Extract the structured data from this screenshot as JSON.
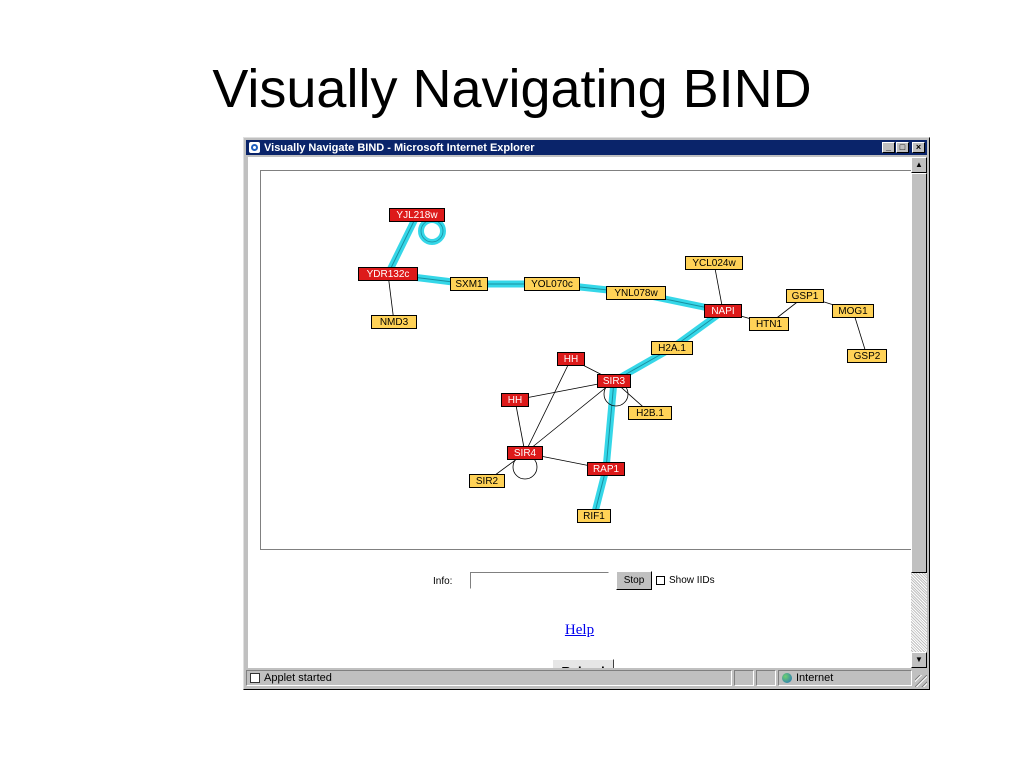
{
  "slide": {
    "title": "Visually Navigating BIND"
  },
  "window": {
    "title": "Visually Navigate BIND - Microsoft Internet Explorer",
    "controls": {
      "minimize": "_",
      "maximize": "□",
      "close": "×"
    }
  },
  "graph": {
    "nodes": [
      {
        "id": "yjl",
        "label": "YJL218w",
        "color": "red"
      },
      {
        "id": "ydr",
        "label": "YDR132c",
        "color": "red"
      },
      {
        "id": "nmd3",
        "label": "NMD3",
        "color": "yellow"
      },
      {
        "id": "sxm1",
        "label": "SXM1",
        "color": "yellow"
      },
      {
        "id": "yol",
        "label": "YOL070c",
        "color": "yellow"
      },
      {
        "id": "ynl",
        "label": "YNL078w",
        "color": "yellow"
      },
      {
        "id": "ycl",
        "label": "YCL024w",
        "color": "yellow"
      },
      {
        "id": "napi",
        "label": "NAPI",
        "color": "red"
      },
      {
        "id": "gsp1",
        "label": "GSP1",
        "color": "yellow"
      },
      {
        "id": "htn1",
        "label": "HTN1",
        "color": "yellow"
      },
      {
        "id": "mog1",
        "label": "MOG1",
        "color": "yellow"
      },
      {
        "id": "gsp2",
        "label": "GSP2",
        "color": "yellow"
      },
      {
        "id": "h2a",
        "label": "H2A.1",
        "color": "yellow"
      },
      {
        "id": "hh1",
        "label": "HH",
        "color": "red"
      },
      {
        "id": "sir3",
        "label": "SIR3",
        "color": "red"
      },
      {
        "id": "hh2",
        "label": "HH",
        "color": "red"
      },
      {
        "id": "h2b",
        "label": "H2B.1",
        "color": "yellow"
      },
      {
        "id": "sir4",
        "label": "SIR4",
        "color": "red"
      },
      {
        "id": "rap1",
        "label": "RAP1",
        "color": "red"
      },
      {
        "id": "sir2",
        "label": "SIR2",
        "color": "yellow"
      },
      {
        "id": "rif1",
        "label": "RIF1",
        "color": "yellow"
      }
    ],
    "edges": [
      {
        "from": "yjl",
        "to": "ydr",
        "highlight": true
      },
      {
        "from": "ydr",
        "to": "sxm1",
        "highlight": true
      },
      {
        "from": "sxm1",
        "to": "yol",
        "highlight": true
      },
      {
        "from": "yol",
        "to": "ynl",
        "highlight": true
      },
      {
        "from": "ynl",
        "to": "napi",
        "highlight": true
      },
      {
        "from": "napi",
        "to": "h2a",
        "highlight": true
      },
      {
        "from": "h2a",
        "to": "sir3",
        "highlight": true
      },
      {
        "from": "sir3",
        "to": "rap1",
        "highlight": true
      },
      {
        "from": "rap1",
        "to": "rif1",
        "highlight": true
      },
      {
        "from": "ydr",
        "to": "nmd3",
        "highlight": false
      },
      {
        "from": "ycl",
        "to": "napi",
        "highlight": false
      },
      {
        "from": "napi",
        "to": "htn1",
        "highlight": false
      },
      {
        "from": "htn1",
        "to": "gsp1",
        "highlight": false
      },
      {
        "from": "gsp1",
        "to": "mog1",
        "highlight": false
      },
      {
        "from": "mog1",
        "to": "gsp2",
        "highlight": false
      },
      {
        "from": "hh1",
        "to": "sir3",
        "highlight": false
      },
      {
        "from": "hh1",
        "to": "sir4",
        "highlight": false
      },
      {
        "from": "hh2",
        "to": "sir3",
        "highlight": false
      },
      {
        "from": "hh2",
        "to": "sir4",
        "highlight": false
      },
      {
        "from": "sir3",
        "to": "sir4",
        "highlight": false
      },
      {
        "from": "sir3",
        "to": "h2b",
        "highlight": false
      },
      {
        "from": "sir4",
        "to": "rap1",
        "highlight": false
      },
      {
        "from": "sir4",
        "to": "sir2",
        "highlight": false
      }
    ],
    "self_loops": [
      {
        "node": "yjl",
        "highlight": true
      },
      {
        "node": "sir3",
        "highlight": false
      },
      {
        "node": "sir4",
        "highlight": false
      }
    ],
    "colors": {
      "red": "#dd1a1a",
      "yellow": "#ffd257",
      "highlight": "#35d7e8"
    }
  },
  "controls": {
    "info_label": "Info:",
    "info_value": "",
    "stop_label": "Stop",
    "show_iids_label": "Show IIDs",
    "show_iids_checked": false,
    "help_link": "Help",
    "reload_label": "Reload"
  },
  "statusbar": {
    "status_text": "Applet started",
    "zone_text": "Internet",
    "status_icon": "page-icon",
    "zone_icon": "globe-icon"
  },
  "scrollbar": {
    "up_arrow": "▲",
    "down_arrow": "▼"
  }
}
